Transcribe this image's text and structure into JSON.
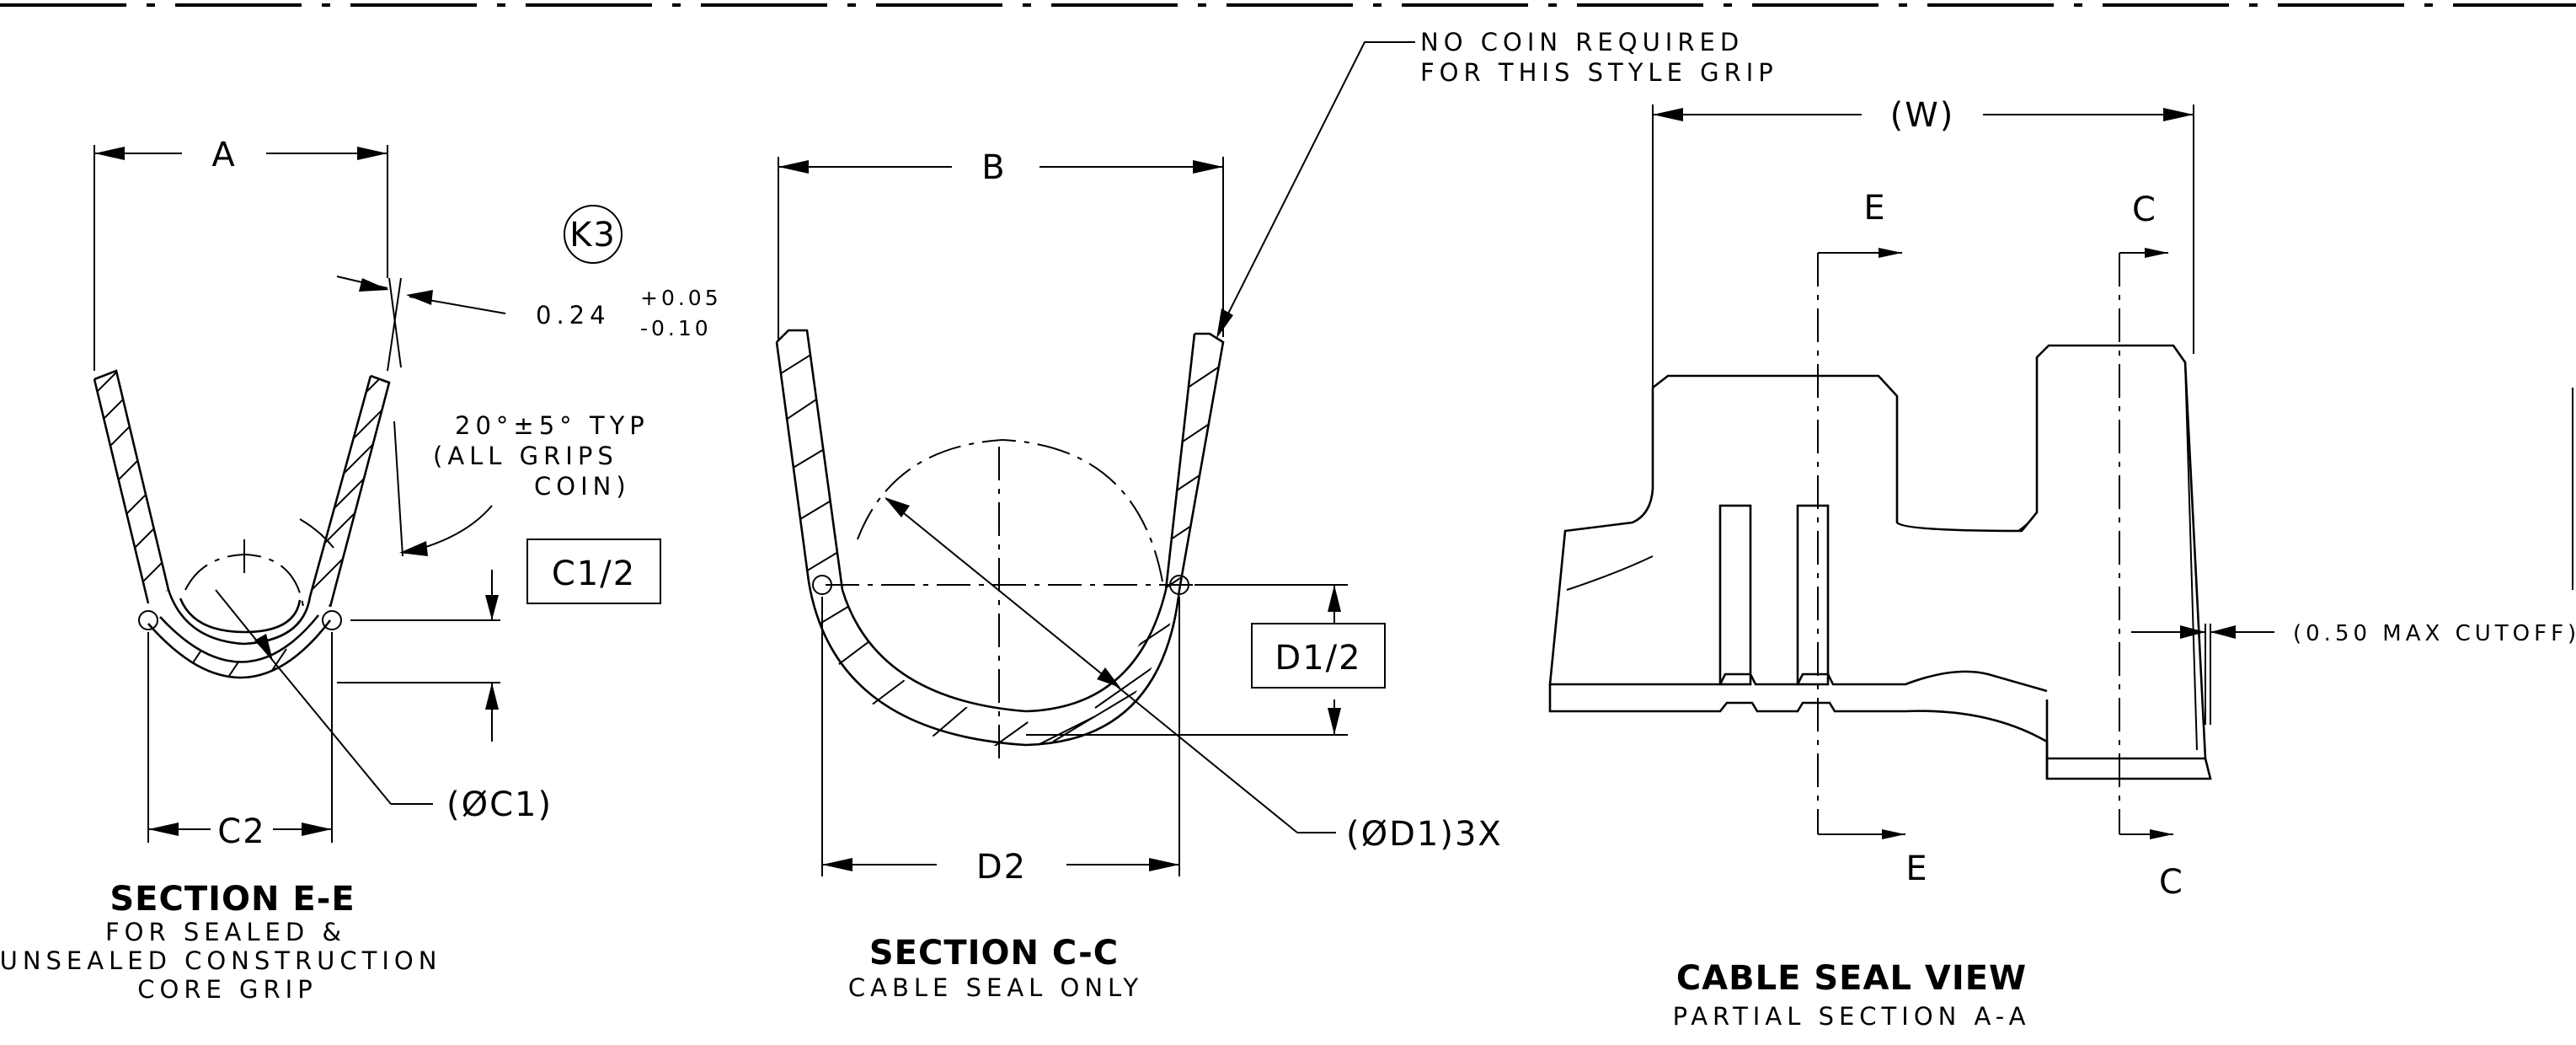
{
  "section_ee": {
    "dim_a": "A",
    "dim_c2": "C2",
    "dim_c1_half": "C1/2",
    "dim_c1_dia": "(ØC1)",
    "callout_k3": "K3",
    "thickness_nominal": "0.24",
    "thickness_plus": "+0.05",
    "thickness_minus": "-0.10",
    "angle_note_1": "20°±5° TYP",
    "angle_note_2": "(ALL GRIPS",
    "angle_note_3": "COIN)",
    "title": "SECTION   E-E",
    "subtitle_1": "FOR SEALED &",
    "subtitle_2": "UNSEALED CONSTRUCTION",
    "subtitle_3": "CORE GRIP"
  },
  "section_cc": {
    "dim_b": "B",
    "dim_d2": "D2",
    "dim_d1_half": "D1/2",
    "dim_d1_dia": "(ØD1)3X",
    "note_1": "NO COIN REQUIRED",
    "note_2": "FOR THIS STYLE GRIP",
    "title": "SECTION   C-C",
    "subtitle": "CABLE SEAL ONLY"
  },
  "cable_seal_view": {
    "dim_w": "(W)",
    "cut_e_top": "E",
    "cut_e_bottom": "E",
    "cut_c_top": "C",
    "cut_c_bottom": "C",
    "cutoff_note": "(0.50 MAX CUTOFF)",
    "title": "CABLE SEAL VIEW",
    "subtitle": "PARTIAL SECTION A-A"
  }
}
